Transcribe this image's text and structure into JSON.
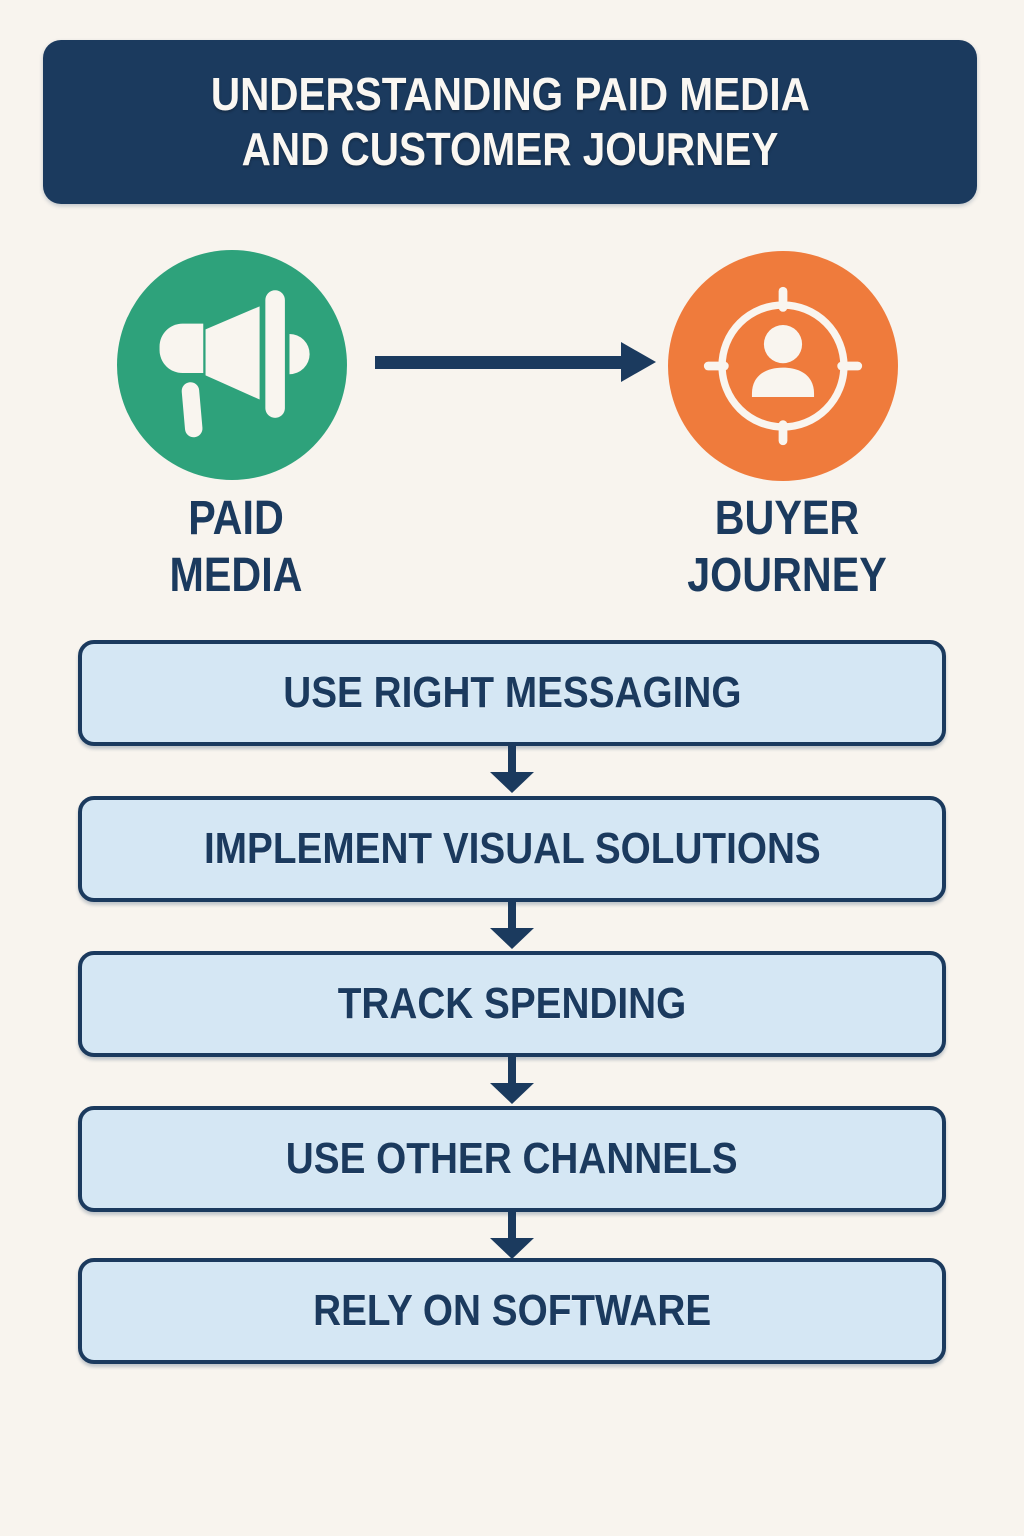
{
  "header": {
    "title_line1": "UNDERSTANDING PAID MEDIA",
    "title_line2": "AND CUSTOMER JOURNEY"
  },
  "flow": {
    "paid_media": {
      "line1": "PAID",
      "line2": "MEDIA",
      "icon": "megaphone-icon"
    },
    "buyer_journey": {
      "line1": "BUYER",
      "line2": "JOURNEY",
      "icon": "target-user-icon"
    }
  },
  "steps": [
    {
      "label": "USE RIGHT MESSAGING"
    },
    {
      "label": "IMPLEMENT VISUAL SOLUTIONS"
    },
    {
      "label": "TRACK SPENDING"
    },
    {
      "label": "USE OTHER CHANNELS"
    },
    {
      "label": "RELY ON SOFTWARE"
    }
  ],
  "colors": {
    "background": "#F8F4EE",
    "navy": "#1B3A5E",
    "green": "#2EA27B",
    "orange": "#EF7B3C",
    "light_blue": "#D5E7F4",
    "white": "#FAF7F2"
  }
}
